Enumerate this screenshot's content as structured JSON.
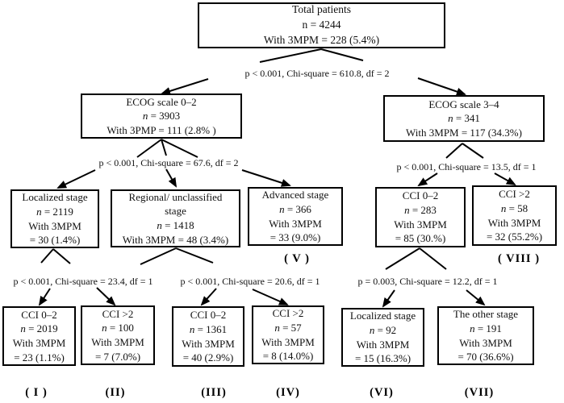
{
  "colors": {
    "line": "#000000",
    "background": "#ffffff",
    "text": "#111111"
  },
  "boxes": {
    "total": {
      "lines": [
        "Total patients",
        "n = 4244",
        "With 3MPM = 228 (5.4%)"
      ]
    },
    "ecog02": {
      "lines": [
        "ECOG scale 0–2",
        "n = 3903",
        "With 3PMP = 111 (2.8% )"
      ]
    },
    "ecog34": {
      "lines": [
        "ECOG scale 3–4",
        "n = 341",
        "With 3MPM = 117 (34.3%)"
      ]
    },
    "localized": {
      "lines": [
        "Localized stage",
        "n = 2119",
        "With 3MPM",
        "= 30 (1.4%)"
      ]
    },
    "regional": {
      "lines": [
        "Regional/ unclassified",
        "stage",
        "n = 1418",
        "With 3MPM = 48 (3.4%)"
      ]
    },
    "advanced": {
      "lines": [
        "Advanced stage",
        "n = 366",
        "With 3MPM",
        "= 33 (9.0%)"
      ]
    },
    "cci02r": {
      "lines": [
        "CCI 0–2",
        "n = 283",
        "With 3MPM",
        "= 85 (30.%)"
      ]
    },
    "cci2r": {
      "lines": [
        "CCI >2",
        "n = 58",
        "With 3MPM",
        "= 32 (55.2%)"
      ]
    },
    "box1": {
      "lines": [
        "CCI 0–2",
        "n = 2019",
        "With 3MPM",
        "= 23 (1.1%)"
      ]
    },
    "box2": {
      "lines": [
        "CCI >2",
        "n = 100",
        "With 3MPM",
        "= 7 (7.0%)"
      ]
    },
    "box3": {
      "lines": [
        "CCI 0–2",
        "n = 1361",
        "With 3MPM",
        "= 40 (2.9%)"
      ]
    },
    "box4": {
      "lines": [
        "CCI >2",
        "n = 57",
        "With 3MPM",
        "= 8 (14.0%)"
      ]
    },
    "box6": {
      "lines": [
        "Localized stage",
        "n = 92",
        "With 3MPM",
        "= 15 (16.3%)"
      ]
    },
    "box7": {
      "lines": [
        "The other stage",
        "n = 191",
        "With 3MPM",
        "= 70 (36.6%)"
      ]
    }
  },
  "stats": {
    "s1": "p < 0.001, Chi-square = 610.8, df = 2",
    "s2": "p < 0.001, Chi-square = 67.6, df = 2",
    "s3": "p < 0.001, Chi-square = 13.5, df = 1",
    "s4": "p < 0.001, Chi-square = 23.4, df = 1",
    "s5": "p < 0.001, Chi-square = 20.6, df = 1",
    "s6": "p = 0.003, Chi-square = 12.2, df = 1"
  },
  "labels": {
    "g1": "( I )",
    "g2": "(II)",
    "g3": "(III)",
    "g4": "(IV)",
    "g5": "( V )",
    "g6": "(VI)",
    "g7": "(VII)",
    "g8": "( VIII )"
  }
}
